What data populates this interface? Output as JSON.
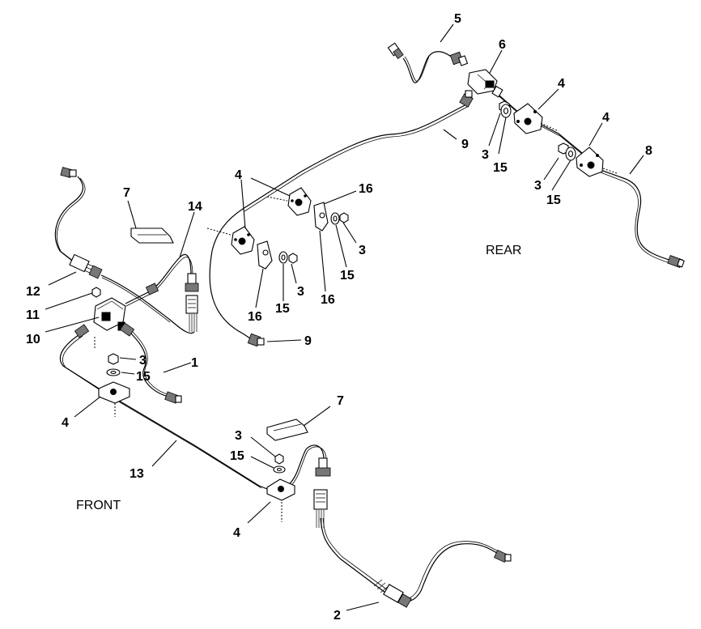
{
  "diagram": {
    "region_labels": {
      "rear": "REAR",
      "front": "FRONT"
    },
    "callouts": [
      {
        "id": "c5",
        "text": "5"
      },
      {
        "id": "c6",
        "text": "6"
      },
      {
        "id": "c4a",
        "text": "4"
      },
      {
        "id": "c4b",
        "text": "4"
      },
      {
        "id": "c8",
        "text": "8"
      },
      {
        "id": "c9a",
        "text": "9"
      },
      {
        "id": "c3a",
        "text": "3"
      },
      {
        "id": "c15a",
        "text": "15"
      },
      {
        "id": "c3b",
        "text": "3"
      },
      {
        "id": "c15b",
        "text": "15"
      },
      {
        "id": "c4c",
        "text": "4"
      },
      {
        "id": "c16a",
        "text": "16"
      },
      {
        "id": "c3c",
        "text": "3"
      },
      {
        "id": "c15c",
        "text": "15"
      },
      {
        "id": "c16b",
        "text": "16"
      },
      {
        "id": "c3d",
        "text": "3"
      },
      {
        "id": "c15d",
        "text": "15"
      },
      {
        "id": "c16c",
        "text": "16"
      },
      {
        "id": "c9b",
        "text": "9"
      },
      {
        "id": "c7a",
        "text": "7"
      },
      {
        "id": "c14",
        "text": "14"
      },
      {
        "id": "c12",
        "text": "12"
      },
      {
        "id": "c11",
        "text": "11"
      },
      {
        "id": "c10",
        "text": "10"
      },
      {
        "id": "c3e",
        "text": "3"
      },
      {
        "id": "c15e",
        "text": "15"
      },
      {
        "id": "c1",
        "text": "1"
      },
      {
        "id": "c4d",
        "text": "4"
      },
      {
        "id": "c13",
        "text": "13"
      },
      {
        "id": "c7b",
        "text": "7"
      },
      {
        "id": "c3f",
        "text": "3"
      },
      {
        "id": "c15f",
        "text": "15"
      },
      {
        "id": "c4e",
        "text": "4"
      },
      {
        "id": "c2",
        "text": "2"
      }
    ]
  }
}
